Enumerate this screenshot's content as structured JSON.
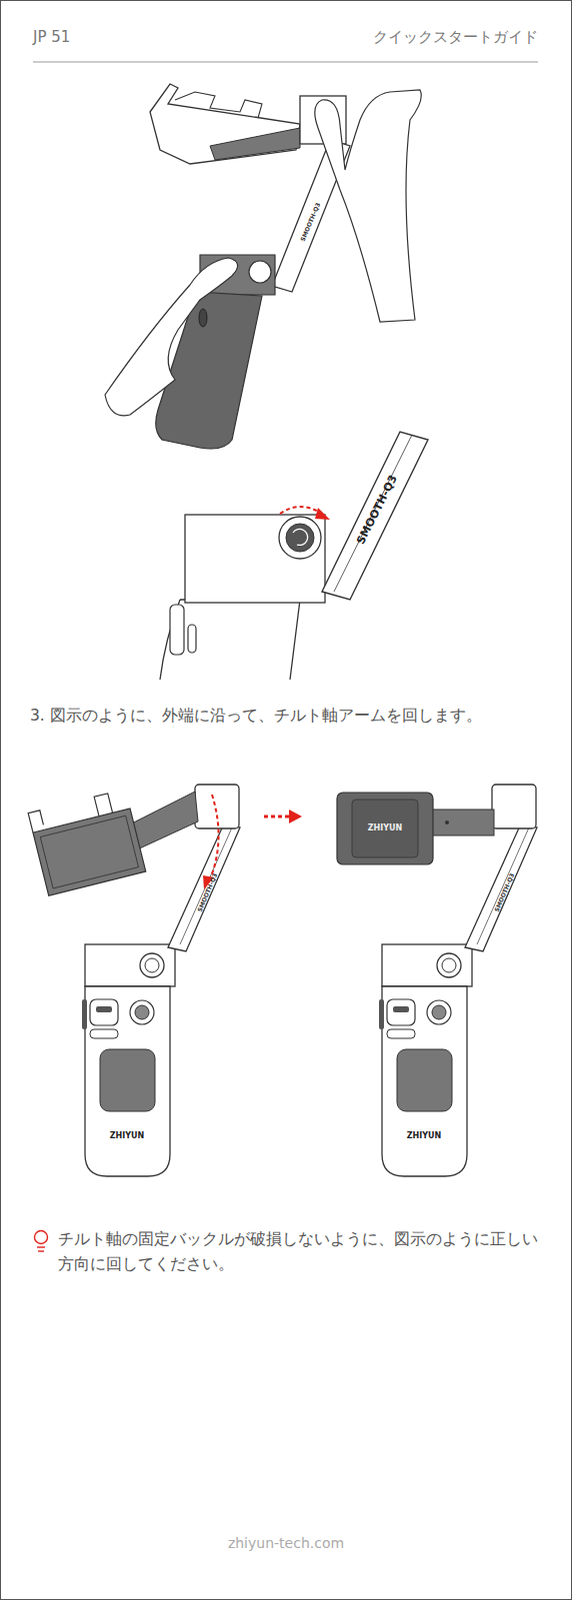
{
  "diagram": {
    "labels": [
      "JP 51",
      "クイックスタートガイド",
      "SMOOTH-Q3",
      "SMOOTH-Q3",
      "3. 図示のように、外端に沿って、チルト軸アームを回します。",
      "ZHIYUN",
      "SMOOTH-Q3",
      "ZHIYUN",
      "SMOOTH-Q3",
      "ZHIYUN",
      "チルト軸の固定バックルが破損しないように、図示のように正しい方向に回してください。",
      "zhiyun-tech.com"
    ]
  }
}
